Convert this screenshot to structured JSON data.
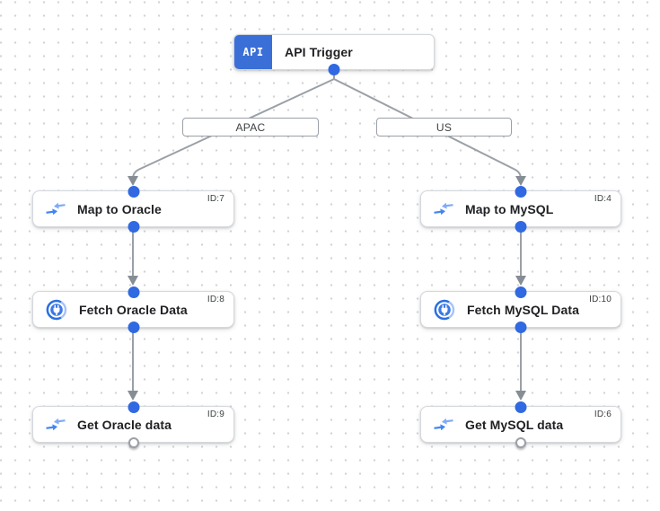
{
  "canvas": {
    "trigger": {
      "badge": "API",
      "label": "API Trigger"
    },
    "edge_labels": [
      {
        "label": "APAC"
      },
      {
        "label": "US"
      }
    ],
    "nodes": [
      {
        "label": "Map to Oracle",
        "id_badge": "ID:7",
        "icon": "data-mapping-icon"
      },
      {
        "label": "Fetch Oracle Data",
        "id_badge": "ID:8",
        "icon": "connector-icon"
      },
      {
        "label": "Get Oracle data",
        "id_badge": "ID:9",
        "icon": "data-mapping-icon"
      },
      {
        "label": "Map to MySQL",
        "id_badge": "ID:4",
        "icon": "data-mapping-icon"
      },
      {
        "label": "Fetch MySQL Data",
        "id_badge": "ID:10",
        "icon": "connector-icon"
      },
      {
        "label": "Get MySQL data",
        "id_badge": "ID:6",
        "icon": "data-mapping-icon"
      }
    ],
    "colors": {
      "api_badge_blue": "#3a6fd8",
      "port_blue": "#3069e1",
      "edge_gray": "#9aa0a6",
      "arrow_gray": "#868d94",
      "icon_blue": "#4285f4",
      "icon_blue_light": "#7fabf8",
      "connector_ring_dark": "#2a70e0",
      "connector_ring_light": "#a5c3f6",
      "grid_dot": "#d0d2d6"
    }
  }
}
